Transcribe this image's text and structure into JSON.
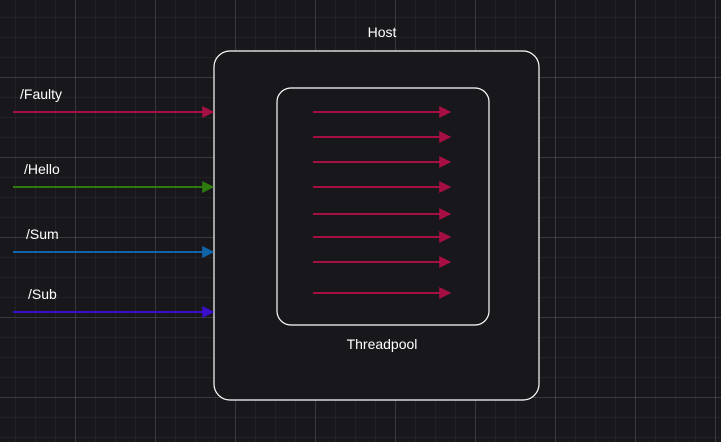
{
  "host": {
    "label": "Host",
    "fill": "#18171c",
    "stroke": "#ffffff"
  },
  "threadpool": {
    "label": "Threadpool",
    "stroke": "#ffffff",
    "thread_count": 8,
    "thread_color": "#a50f43"
  },
  "routes": [
    {
      "label": "/Faulty",
      "color": "#a50f43"
    },
    {
      "label": "/Hello",
      "color": "#2d7a0f"
    },
    {
      "label": "/Sum",
      "color": "#1264a8"
    },
    {
      "label": "/Sub",
      "color": "#3a0fc9"
    }
  ]
}
